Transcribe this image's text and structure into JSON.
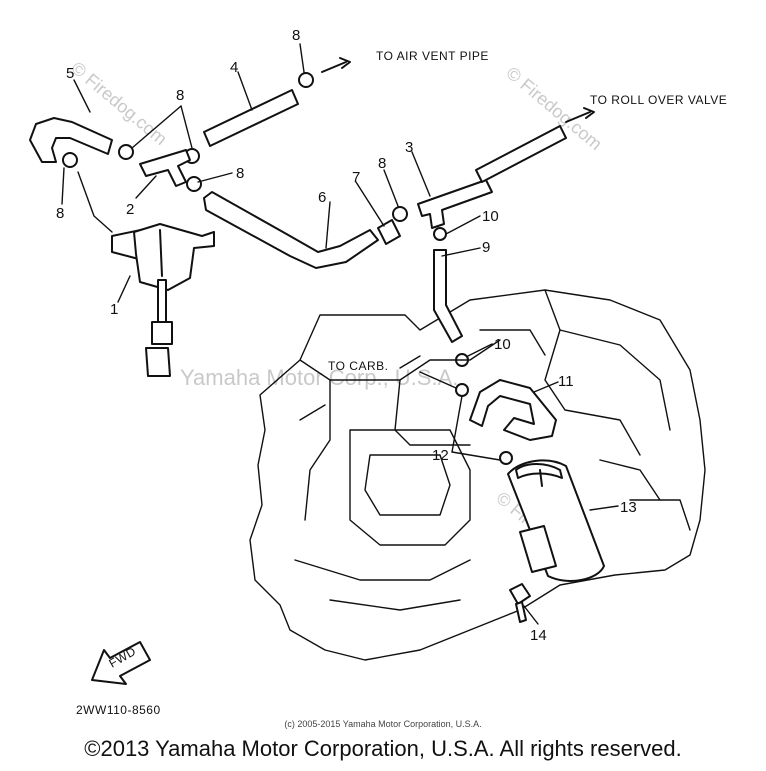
{
  "callouts": [
    "1",
    "2",
    "3",
    "4",
    "5",
    "6",
    "7",
    "8",
    "9",
    "10",
    "11",
    "12",
    "13",
    "14"
  ],
  "labels": {
    "air_vent": "TO AIR VENT PIPE",
    "roll_over": "TO ROLL OVER VALVE",
    "carb": "TO CARB.",
    "fwd": "FWD"
  },
  "watermarks": {
    "firedog": "© Firedog.com",
    "yamaha": "Yamaha Motor Corp., U.S.A."
  },
  "diagram_code": "2WW110-8560",
  "small_copyright": "(c) 2005-2015 Yamaha Motor Corporation, U.S.A.",
  "footer": "©2013 Yamaha Motor Corporation, U.S.A. All rights reserved."
}
